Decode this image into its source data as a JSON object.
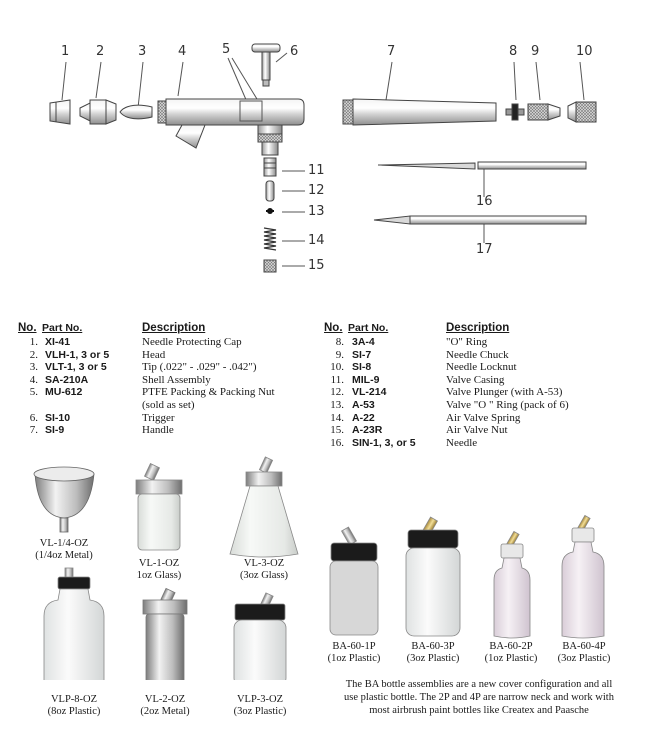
{
  "callouts": {
    "c1": "1",
    "c2": "2",
    "c3": "3",
    "c4": "4",
    "c5": "5",
    "c6": "6",
    "c7": "7",
    "c8": "8",
    "c9": "9",
    "c10": "10",
    "c11": "11",
    "c12": "12",
    "c13": "13",
    "c14": "14",
    "c15": "15",
    "c16": "16",
    "c17": "17"
  },
  "table_headers": {
    "no": "No.",
    "part": "Part No.",
    "desc": "Description"
  },
  "parts_left": [
    {
      "no": "1.",
      "part": "XI-41",
      "desc": "Needle Protecting Cap"
    },
    {
      "no": "2.",
      "part": "VLH-1, 3 or 5",
      "desc": "Head"
    },
    {
      "no": "3.",
      "part": "VLT-1, 3 or 5",
      "desc": "Tip (.022\" - .029\" - .042\")"
    },
    {
      "no": "4.",
      "part": "SA-210A",
      "desc": "Shell Assembly"
    },
    {
      "no": "5.",
      "part": "MU-612",
      "desc": "PTFE Packing & Packing Nut"
    },
    {
      "no": "",
      "part": "",
      "desc": "(sold as set)"
    },
    {
      "no": "6.",
      "part": "SI-10",
      "desc": "Trigger"
    },
    {
      "no": "7.",
      "part": "SI-9",
      "desc": "Handle"
    }
  ],
  "parts_right": [
    {
      "no": "8.",
      "part": "3A-4",
      "desc": "\"O\" Ring"
    },
    {
      "no": "9.",
      "part": "SI-7",
      "desc": "Needle Chuck"
    },
    {
      "no": "10.",
      "part": "SI-8",
      "desc": "Needle Locknut"
    },
    {
      "no": "11.",
      "part": "MIL-9",
      "desc": "Valve Casing"
    },
    {
      "no": "12.",
      "part": "VL-214",
      "desc": "Valve Plunger (with A-53)"
    },
    {
      "no": "13.",
      "part": "A-53",
      "desc": "Valve \"O \" Ring (pack of 6)"
    },
    {
      "no": "14.",
      "part": "A-22",
      "desc": "Air Valve Spring"
    },
    {
      "no": "15.",
      "part": "A-23R",
      "desc": "Air Valve Nut"
    },
    {
      "no": "16.",
      "part": "SIN-1, 3, or 5",
      "desc": "Needle"
    }
  ],
  "bottles": {
    "vl14": [
      "VL-1/4-OZ",
      "(1/4oz Metal)"
    ],
    "vl1": [
      "VL-1-OZ",
      "1oz Glass)"
    ],
    "vl3": [
      "VL-3-OZ",
      "(3oz Glass)"
    ],
    "vlp8": [
      "VLP-8-OZ",
      "(8oz Plastic)"
    ],
    "vl2": [
      "VL-2-OZ",
      "(2oz Metal)"
    ],
    "vlp3": [
      "VLP-3-OZ",
      "(3oz Plastic)"
    ],
    "ba1p": [
      "BA-60-1P",
      "(1oz Plastic)"
    ],
    "ba3p": [
      "BA-60-3P",
      "(3oz Plastic)"
    ],
    "ba2p": [
      "BA-60-2P",
      "(1oz Plastic)"
    ],
    "ba4p": [
      "BA-60-4P",
      "(3oz Plastic)"
    ]
  },
  "note": [
    "The BA bottle assemblies are a new cover configuration and all",
    "use plastic bottle.  The 2P and 4P are narrow neck and work with",
    "most airbrush paint bottles like Createx and Paasche"
  ]
}
